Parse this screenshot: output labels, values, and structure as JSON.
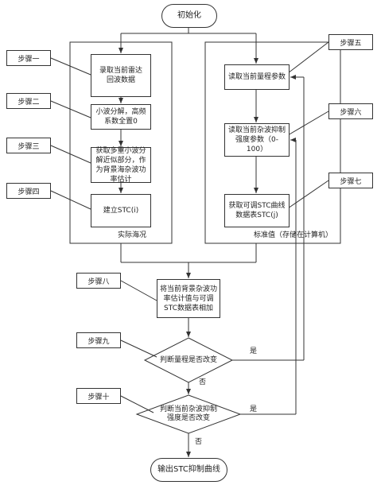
{
  "start": "初始化",
  "end": "输出STC抑制曲线",
  "left_panel": {
    "label": "实际海况",
    "boxes": [
      "录取当前雷达回波数据",
      "小波分解，高频系数全置0",
      "获取多重小波分解近似部分，作为背景海杂波功率估计",
      "建立STC(i)"
    ]
  },
  "right_panel": {
    "label": "标准值（存储在计算机）",
    "boxes": [
      "读取当前量程参数",
      "读取当前杂波抑制强度参数（0-100）",
      "获取可调STC曲线数据表STC(j)"
    ]
  },
  "merge_box": "将当前背景杂波功率估计值与可调STC数据表相加",
  "decisions": [
    {
      "text": "判断量程是否改变",
      "yes": "是",
      "no": "否"
    },
    {
      "text": "判断当前杂波抑制强度是否改变",
      "yes": "是",
      "no": "否"
    }
  ],
  "steps": [
    "步骤一",
    "步骤二",
    "步骤三",
    "步骤四",
    "步骤五",
    "步骤六",
    "步骤七",
    "步骤八",
    "步骤九",
    "步骤十"
  ]
}
